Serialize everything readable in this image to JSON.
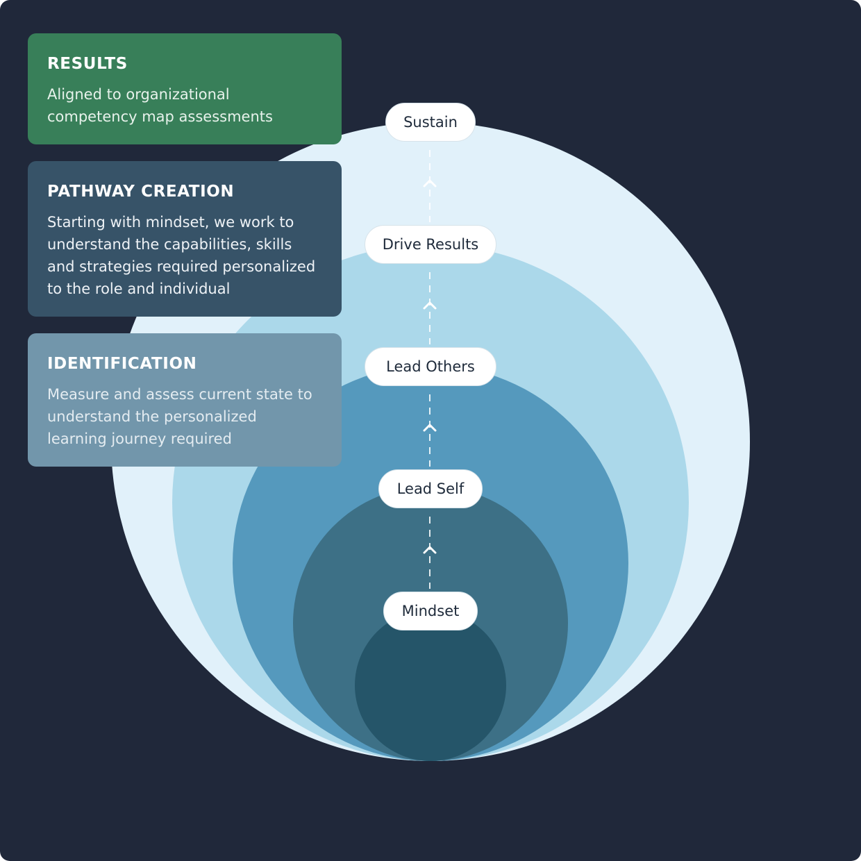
{
  "cards": {
    "results": {
      "title": "RESULTS",
      "body": "Aligned to organizational\ncompetency map assessments"
    },
    "pathway": {
      "title": "PATHWAY CREATION",
      "body": "Starting with mindset, we work to\nunderstand the capabilities, skills\nand strategies required personalized\nto the role and individual"
    },
    "identification": {
      "title": "IDENTIFICATION",
      "body": "Measure and assess current state to\nunderstand the personalized\nlearning journey required"
    }
  },
  "stages": {
    "sustain": "Sustain",
    "drive_results": "Drive Results",
    "lead_others": "Lead Others",
    "lead_self": "Lead Self",
    "mindset": "Mindset"
  },
  "colors": {
    "background": "#20283a",
    "ring_sustain": "#e1f1fa",
    "ring_drive_results": "#abd8ea",
    "ring_lead_others": "#5599bd",
    "ring_lead_self": "#3d7086",
    "ring_mindset": "#255569",
    "card_results": "#387f59",
    "card_pathway": "#375368",
    "card_identification": "#7296ab"
  }
}
